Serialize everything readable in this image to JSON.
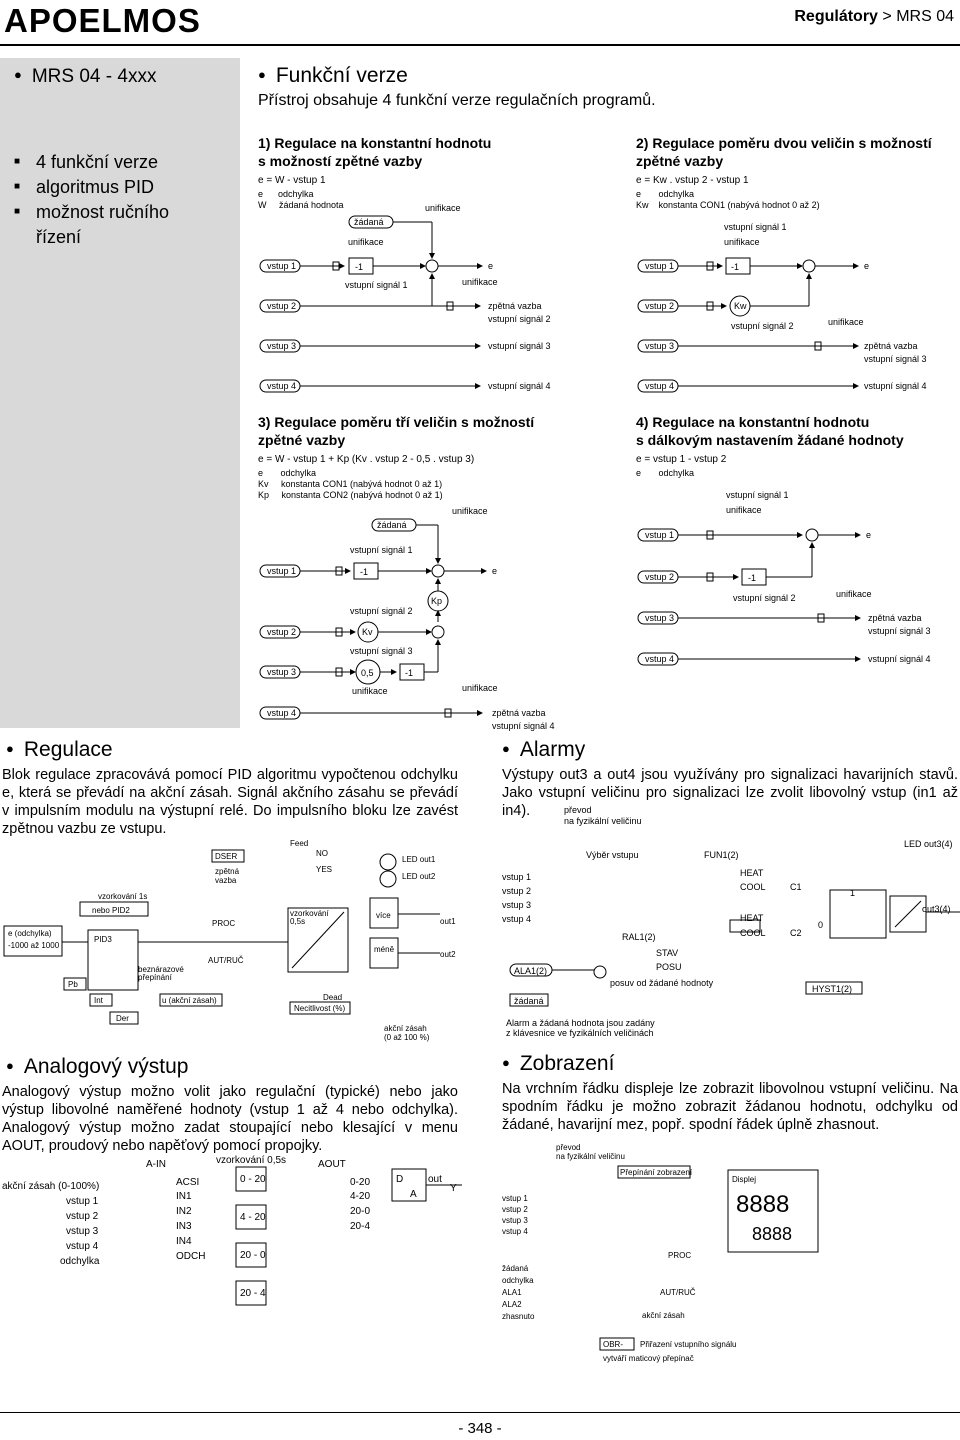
{
  "header": {
    "logo": "APOELMOS",
    "breadcrumb_bold": "Regulátory",
    "breadcrumb_sep": ">",
    "breadcrumb_rest": "MRS 04"
  },
  "sidebar": {
    "title": "MRS 04 - 4xxx",
    "items": [
      "4 funkční verze",
      "algoritmus PID",
      "možnost ručního",
      "řízení"
    ]
  },
  "funkcni": {
    "heading": "Funkční verze",
    "text": "Přístroj obsahuje 4 funkční verze regulačních programů."
  },
  "diagram1": {
    "title1": "1) Regulace na konstantní hodnotu",
    "title2": "s možností zpětné vazby",
    "eq": "e = W - vstup 1",
    "leg1": "e      odchylka",
    "leg2": "W     žádaná hodnota"
  },
  "diagram2": {
    "title1": "2) Regulace poměru dvou veličin s možností",
    "title2": "zpětné vazby",
    "eq": "e = Kw . vstup 2 - vstup 1",
    "leg1": "e       odchylka",
    "leg2": "Kw    konstanta CON1 (nabývá hodnot 0 až 2)"
  },
  "diagram3": {
    "title1": "3) Regulace poměru tří veličin s možností",
    "title2": "zpětné vazby",
    "eq": "e = W - vstup 1 + Kp (Kv . vstup 2 - 0,5 . vstup 3)",
    "leg1": "e       odchylka",
    "leg2": "Kv     konstanta CON1 (nabývá hodnot 0 až 1)",
    "leg3": "Kp     konstanta CON2 (nabývá hodnot 0 až 1)"
  },
  "diagram4": {
    "title1": "4) Regulace na konstantní hodnotu",
    "title2": "s dálkovým nastavením žádané hodnoty",
    "eq": "e = vstup 1 - vstup 2",
    "leg1": "e       odchylka"
  },
  "labels": {
    "vstup1": "vstup 1",
    "vstup2": "vstup 2",
    "vstup3": "vstup 3",
    "vstup4": "vstup 4",
    "unifikace": "unifikace",
    "zadana": "žádaná",
    "vs1": "vstupní signál 1",
    "vs2": "vstupní signál 2",
    "vs3": "vstupní signál 3",
    "vs4": "vstupní signál 4",
    "zv": "zpětná vazba",
    "e": "e",
    "minus1": "-1",
    "kw": "Kw",
    "kv": "Kv",
    "kp": "Kp",
    "half": "0,5"
  },
  "regulace": {
    "heading": "Regulace",
    "text": "Blok regulace zpracovává pomocí PID algoritmu vypočtenou odchylku e, která se převádí na akční zásah. Signál akčního zásahu se převádí v impulsním modulu na výstupní relé. Do impulsního bloku lze zavést zpětnou vazbu ze vstupu."
  },
  "pid": {
    "e_label": "e (odchylka)",
    "range": "-1000 až 1000",
    "vz": "vzorkování 1s",
    "pid2": "nebo PID2",
    "pid3": "PID3",
    "pb": "Pb",
    "int": "Int",
    "der": "Der",
    "bez": "beznárazové",
    "prep": "přepínání",
    "u": "u (akční zásah)",
    "dser": "DSER",
    "zpv": "zpětná vazba",
    "proc": "PROC",
    "autruc": "AUT/RUČ",
    "feed": "Feed",
    "no": "NO",
    "yes": "YES",
    "vz2": "vzorkování",
    "vz2b": "0,5s",
    "dead": "Dead",
    "necit": "Necitlivost (%)",
    "vice": "více",
    "mene": "méně",
    "out1": "out1",
    "out2": "out2",
    "led1": "LED out1",
    "led2": "LED out2",
    "az": "akční zásah",
    "az2": "(0 až 100 %)"
  },
  "alarmy": {
    "heading": "Alarmy",
    "text": "Výstupy out3 a out4 jsou využívány pro signalizaci havarijních stavů. Jako vstupní veličinu pro signalizaci lze zvolit libovolný vstup (in1 až in4).",
    "prevod": "převod",
    "prevod2": "na fyzikální veličinu",
    "vyber": "Výběr vstupu",
    "fun": "FUN1(2)",
    "heat": "HEAT",
    "cool": "COOL",
    "c1": "C1",
    "c2": "C2",
    "ral": "RAL1(2)",
    "stav": "STAV",
    "posu": "POSU",
    "ala": "ALA1(2)",
    "zadana": "žádaná",
    "posun": "posuv od žádané hodnoty",
    "led3": "LED out3(4)",
    "out34": "out3(4)",
    "hyst": "HYST1(2)",
    "one": "1",
    "zero": "0",
    "note1": "Alarm a žádaná hodnota jsou zadány",
    "note2": "z klávesnice ve fyzikálních veličinách"
  },
  "analog": {
    "heading": "Analogový výstup",
    "text": "Analogový výstup možno volit jako regulační (typické) nebo jako výstup libovolné naměřené hodnoty (vstup 1 až 4 nebo odchylka). Analogový výstup možno zadat stoupající nebo klesající v menu AOUT, proudový nebo napěťový pomocí propojky.",
    "ain": "A-IN",
    "vz": "vzorkování 0,5s",
    "aout": "AOUT",
    "akc": "akční zásah (0-100%)",
    "inputs": [
      "vstup 1",
      "vstup 2",
      "vstup 3",
      "vstup 4",
      "odchylka"
    ],
    "sel": [
      "ACSI",
      "IN1",
      "IN2",
      "IN3",
      "IN4",
      "ODCH"
    ],
    "ranges": [
      "0 - 20",
      "4 - 20",
      "20 - 0",
      "20 - 4"
    ],
    "outs": [
      "0-20",
      "4-20",
      "20-0",
      "20-4"
    ],
    "d": "D",
    "a": "A",
    "out": "out",
    "y": "Y"
  },
  "zobrazeni": {
    "heading": "Zobrazení",
    "text": "Na vrchním řádku displeje lze zobrazit libovolnou vstupní veličinu. Na spodním řádku je možno zobrazit žádanou hodnotu, odchylku od žádané, havarijní mez, popř. spodní řádek úplně zhasnout.",
    "prevod": "převod",
    "prevod2": "na fyzikální veličinu",
    "prep": "Přepínání zobrazení",
    "displej": "Displej",
    "big": "8888",
    "small": "8888",
    "list": [
      "vstup 1",
      "vstup 2",
      "vstup 3",
      "vstup 4"
    ],
    "list2": [
      "žádaná",
      "odchylka",
      "ALA1",
      "ALA2",
      "zhasnuto"
    ],
    "proc": "PROC",
    "autruc": "AUT/RUČ",
    "az": "akční zásah",
    "obr": "OBR-",
    "prir": "Přiřazení vstupního signálu",
    "mat": "vytváří maticový přepínač"
  },
  "footer": {
    "page": "- 348 -"
  }
}
